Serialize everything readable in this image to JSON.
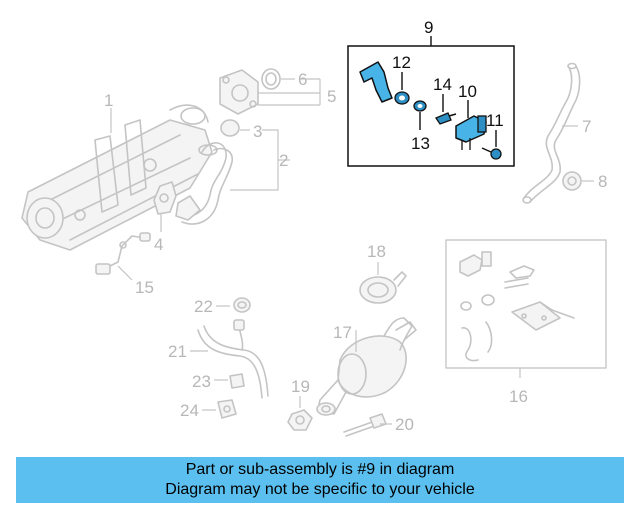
{
  "callouts": {
    "c1": "1",
    "c2": "2",
    "c3": "3",
    "c4": "4",
    "c5": "5",
    "c6": "6",
    "c7": "7",
    "c8": "8",
    "c9": "9",
    "c10": "10",
    "c11": "11",
    "c12": "12",
    "c13": "13",
    "c14": "14",
    "c15": "15",
    "c16": "16",
    "c17": "17",
    "c18": "18",
    "c19": "19",
    "c20": "20",
    "c21": "21",
    "c22": "22",
    "c23": "23",
    "c24": "24"
  },
  "highlight": {
    "color": "#48b3e6",
    "outline": "#111111"
  },
  "footer": {
    "line1": "Part or sub-assembly is #9 in diagram",
    "line2": "Diagram may not be specific to your vehicle",
    "background": "#5bc0f0"
  }
}
